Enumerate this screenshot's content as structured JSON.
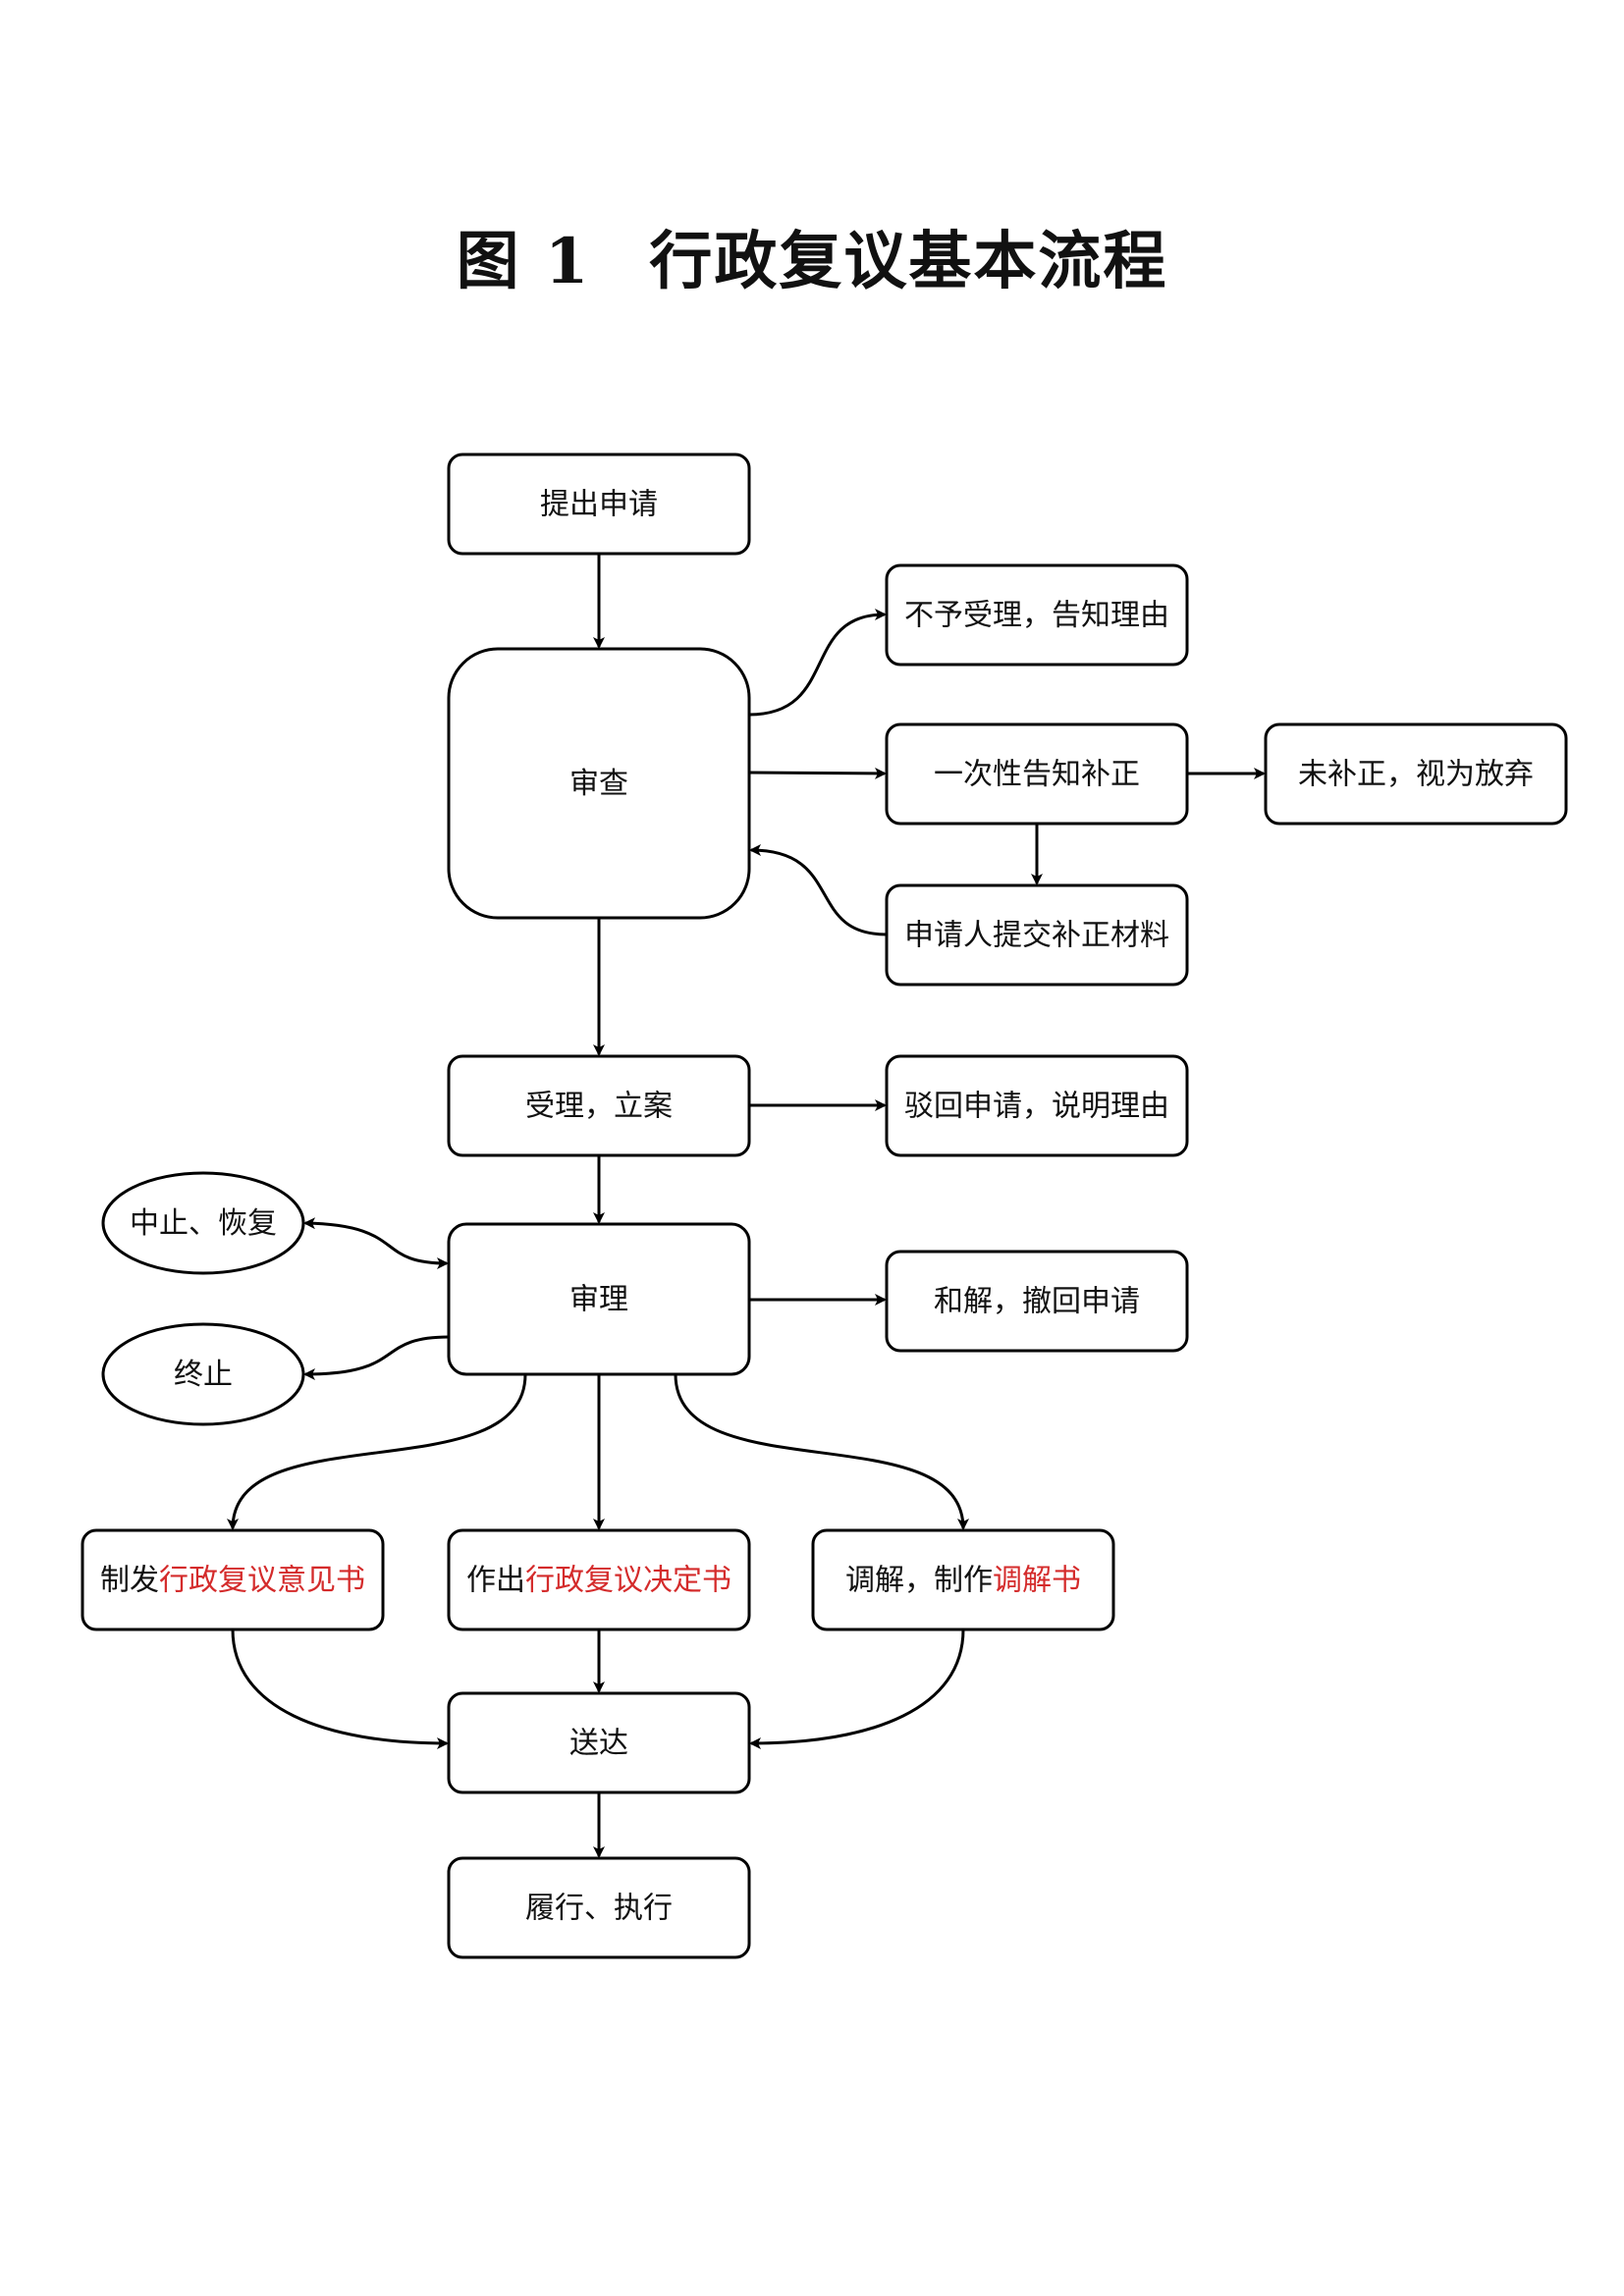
{
  "title": {
    "figure": "图 1",
    "name": "行政复议基本流程"
  },
  "colors": {
    "line": "#000000",
    "text": "#111111",
    "highlight": "#d42b2b"
  },
  "nodes": {
    "apply": {
      "segments": [
        {
          "text": "提出申请"
        }
      ]
    },
    "review": {
      "segments": [
        {
          "text": "审查"
        }
      ]
    },
    "reject_notice": {
      "segments": [
        {
          "text": "不予受理，告知理由"
        }
      ]
    },
    "one_time_notice": {
      "segments": [
        {
          "text": "一次性告知补正"
        }
      ]
    },
    "not_corrected": {
      "segments": [
        {
          "text": "未补正，视为放弃"
        }
      ]
    },
    "submit_materials": {
      "segments": [
        {
          "text": "申请人提交补正材料"
        }
      ]
    },
    "accept": {
      "segments": [
        {
          "text": "受理，立案"
        }
      ]
    },
    "dismiss": {
      "segments": [
        {
          "text": "驳回申请，说明理由"
        }
      ]
    },
    "suspend": {
      "segments": [
        {
          "text": "中止、恢复"
        }
      ]
    },
    "hearing": {
      "segments": [
        {
          "text": "审理"
        }
      ]
    },
    "terminate": {
      "segments": [
        {
          "text": "终止"
        }
      ]
    },
    "settle": {
      "segments": [
        {
          "text": "和解，撤回申请"
        }
      ]
    },
    "opinion": {
      "segments": [
        {
          "text": "制发"
        },
        {
          "text": "行政复议意见书",
          "highlight": true
        }
      ]
    },
    "decision": {
      "segments": [
        {
          "text": "作出"
        },
        {
          "text": "行政复议决定书",
          "highlight": true
        }
      ]
    },
    "mediation": {
      "segments": [
        {
          "text": "调解，制作"
        },
        {
          "text": "调解书",
          "highlight": true
        }
      ]
    },
    "deliver": {
      "segments": [
        {
          "text": "送达"
        }
      ]
    },
    "execute": {
      "segments": [
        {
          "text": "履行、执行"
        }
      ]
    }
  },
  "edges": [
    {
      "from": "apply",
      "to": "review"
    },
    {
      "from": "review",
      "to": "reject_notice"
    },
    {
      "from": "review",
      "to": "one_time_notice"
    },
    {
      "from": "one_time_notice",
      "to": "not_corrected"
    },
    {
      "from": "one_time_notice",
      "to": "submit_materials"
    },
    {
      "from": "submit_materials",
      "to": "review"
    },
    {
      "from": "review",
      "to": "accept"
    },
    {
      "from": "accept",
      "to": "dismiss"
    },
    {
      "from": "accept",
      "to": "hearing"
    },
    {
      "from": "hearing",
      "to": "suspend",
      "bidirectional": true
    },
    {
      "from": "hearing",
      "to": "terminate"
    },
    {
      "from": "hearing",
      "to": "settle"
    },
    {
      "from": "hearing",
      "to": "opinion"
    },
    {
      "from": "hearing",
      "to": "decision"
    },
    {
      "from": "hearing",
      "to": "mediation"
    },
    {
      "from": "opinion",
      "to": "deliver"
    },
    {
      "from": "decision",
      "to": "deliver"
    },
    {
      "from": "mediation",
      "to": "deliver"
    },
    {
      "from": "deliver",
      "to": "execute"
    }
  ]
}
